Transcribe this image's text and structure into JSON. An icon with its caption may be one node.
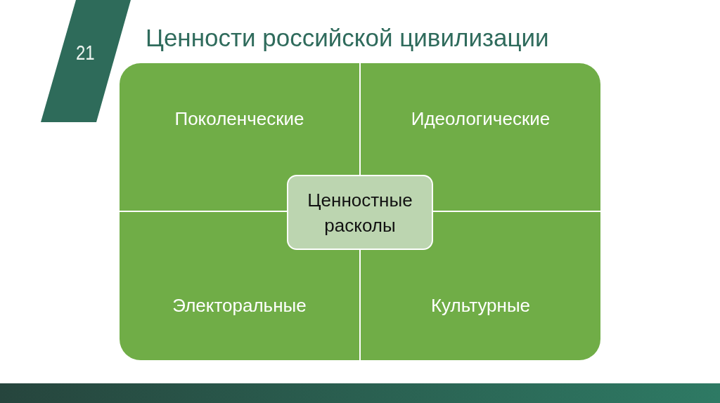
{
  "diagram": {
    "title": "Ценности российской цивилизации",
    "nodes": [
      {
        "text": [
          "Поколенческие"
        ]
      },
      {
        "text": [
          "Идеологические"
        ]
      },
      {
        "text": [
          "Электоральные"
        ]
      },
      {
        "text": [
          "Культурные"
        ]
      },
      {
        "text": [
          "Ценностные расколы"
        ]
      }
    ],
    "labels": [
      "21"
    ]
  }
}
